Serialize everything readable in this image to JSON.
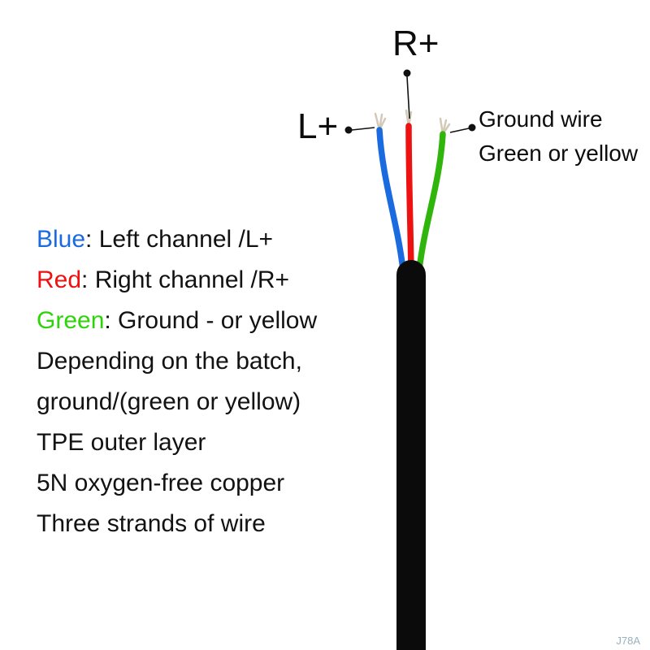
{
  "labels": {
    "r_plus": "R+",
    "l_plus": "L+",
    "ground_line1": "Ground wire",
    "ground_line2": "Green or yellow"
  },
  "legend": {
    "lines": [
      {
        "prefix": "Blue",
        "prefix_color": "#1a6be0",
        "rest": ": Left channel /L+"
      },
      {
        "prefix": "Red",
        "prefix_color": "#ee1111",
        "rest": ": Right channel /R+"
      },
      {
        "prefix": "Green",
        "prefix_color": "#2fd30a",
        "rest": ": Ground - or yellow"
      },
      {
        "prefix": "",
        "rest": "Depending on the batch,"
      },
      {
        "prefix": "",
        "rest": "ground/(green or yellow)"
      },
      {
        "prefix": "",
        "rest": "TPE outer layer"
      },
      {
        "prefix": "",
        "rest": "5N oxygen-free copper"
      },
      {
        "prefix": "",
        "rest": "Three strands of wire"
      }
    ]
  },
  "colors": {
    "blue_wire": "#1a6be0",
    "red_wire": "#ee1111",
    "green_wire": "#2fb50c",
    "cable": "#0b0b0b",
    "wire_tip": "#d2c9b6",
    "pointer": "#111111"
  },
  "watermark": "J78A"
}
